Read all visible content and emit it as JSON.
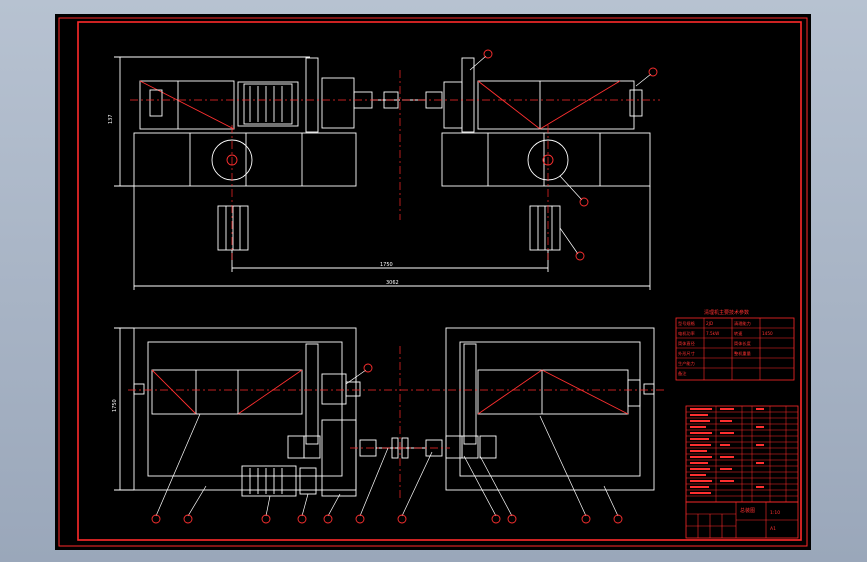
{
  "drawing": {
    "colors": {
      "background": "#000000",
      "frame": "#ff2a2a",
      "outline": "#ffffff",
      "accent": "#ff3030",
      "centerline": "#ff2a2a",
      "viewport": "#a8b4c4"
    },
    "dimensions": {
      "front_height": "137",
      "front_inner_span": "1750",
      "front_total_span": "3062",
      "top_height": "1750"
    },
    "balloons": [
      "",
      "",
      "",
      "",
      "",
      "",
      "",
      "",
      "",
      "",
      "",
      "",
      "",
      "",
      ""
    ],
    "spec_table": {
      "title": "清理机主要技术参数",
      "rows": [
        [
          "型号规格",
          "2JD",
          "清理能力",
          ""
        ],
        [
          "电机功率",
          "7.5kW",
          "转速",
          "1450"
        ],
        [
          "筒体直径",
          "",
          "筒体长度",
          ""
        ],
        [
          "外形尺寸",
          "",
          "整机重量",
          ""
        ],
        [
          "生产能力",
          "",
          "",
          ""
        ],
        [
          "备注",
          "",
          "",
          ""
        ]
      ]
    },
    "title_block": {
      "drawing_name": "总装图",
      "scale": "1:10",
      "sheet": "A1"
    }
  }
}
